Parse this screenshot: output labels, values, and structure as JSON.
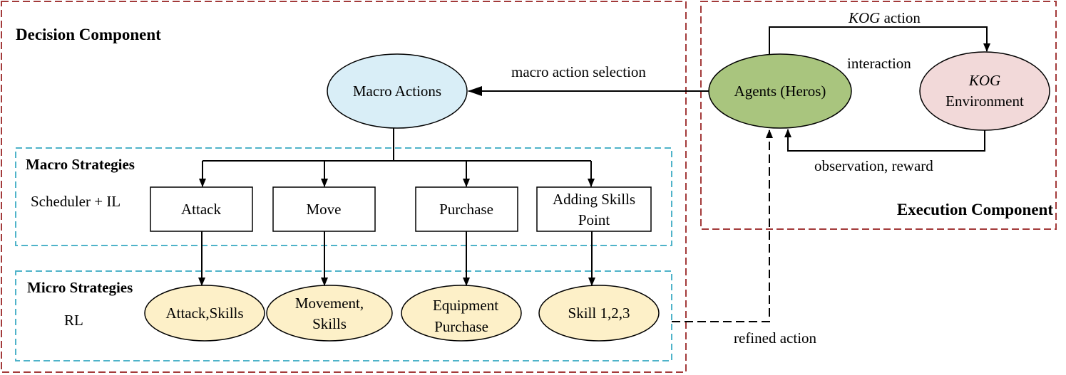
{
  "decision_component": {
    "title": "Decision Component",
    "macro_actions": "Macro Actions",
    "macro_strategies": {
      "title": "Macro Strategies",
      "method": "Scheduler + IL",
      "boxes": [
        {
          "id": "attack",
          "lines": [
            "Attack"
          ]
        },
        {
          "id": "move",
          "lines": [
            "Move"
          ]
        },
        {
          "id": "purchase",
          "lines": [
            "Purchase"
          ]
        },
        {
          "id": "adding-skills-point",
          "lines": [
            "Adding Skills",
            "Point"
          ]
        }
      ]
    },
    "micro_strategies": {
      "title": "Micro Strategies",
      "method": "RL",
      "ellipses": [
        {
          "id": "attack-skills",
          "lines": [
            "Attack,Skills"
          ]
        },
        {
          "id": "movement-skills",
          "lines": [
            "Movement,",
            "Skills"
          ]
        },
        {
          "id": "equipment-purchase",
          "lines": [
            "Equipment",
            "Purchase"
          ]
        },
        {
          "id": "skill-123",
          "lines": [
            "Skill 1,2,3"
          ]
        }
      ]
    }
  },
  "execution_component": {
    "title": "Execution Component",
    "agents": "Agents (Heros)",
    "environment": {
      "line1": "KOG",
      "line2": "Environment"
    },
    "kog_action": {
      "italic": "KOG",
      "rest": " action"
    },
    "interaction": "interaction",
    "observation": "observation, reward"
  },
  "edges": {
    "macro_action_selection": "macro action selection",
    "refined_action": "refined action"
  },
  "colors": {
    "component_border": "#a33a3a",
    "strategy_border": "#4fb3c9",
    "macro_actions_fill": "#d9eef7",
    "agents_fill": "#a9c57e",
    "environment_fill": "#f2d9d9",
    "micro_fill": "#fdf0c8"
  }
}
